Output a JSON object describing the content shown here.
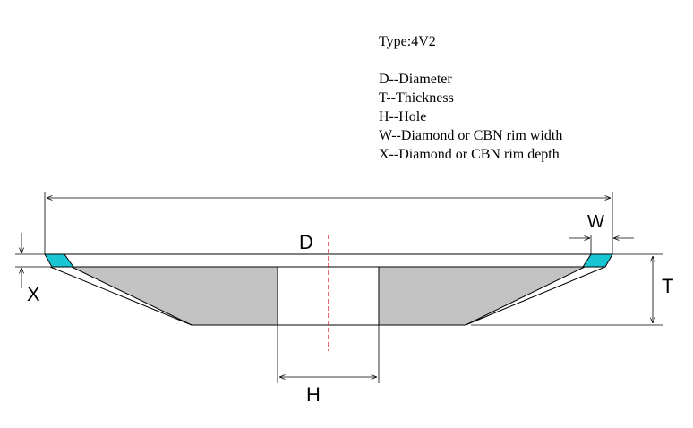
{
  "legend": {
    "type": "Type:4V2",
    "items": [
      "D--Diameter",
      "T--Thickness",
      "H--Hole",
      "W--Diamond or CBN rim width",
      "X--Diamond or CBN rim depth"
    ]
  },
  "labels": {
    "d": "D",
    "w": "W",
    "t": "T",
    "x": "X",
    "h": "H"
  },
  "colors": {
    "body_fill": "#c3c3c3",
    "rim_fill": "#19c6d4",
    "line": "#000000",
    "center_line": "#e0001b"
  }
}
